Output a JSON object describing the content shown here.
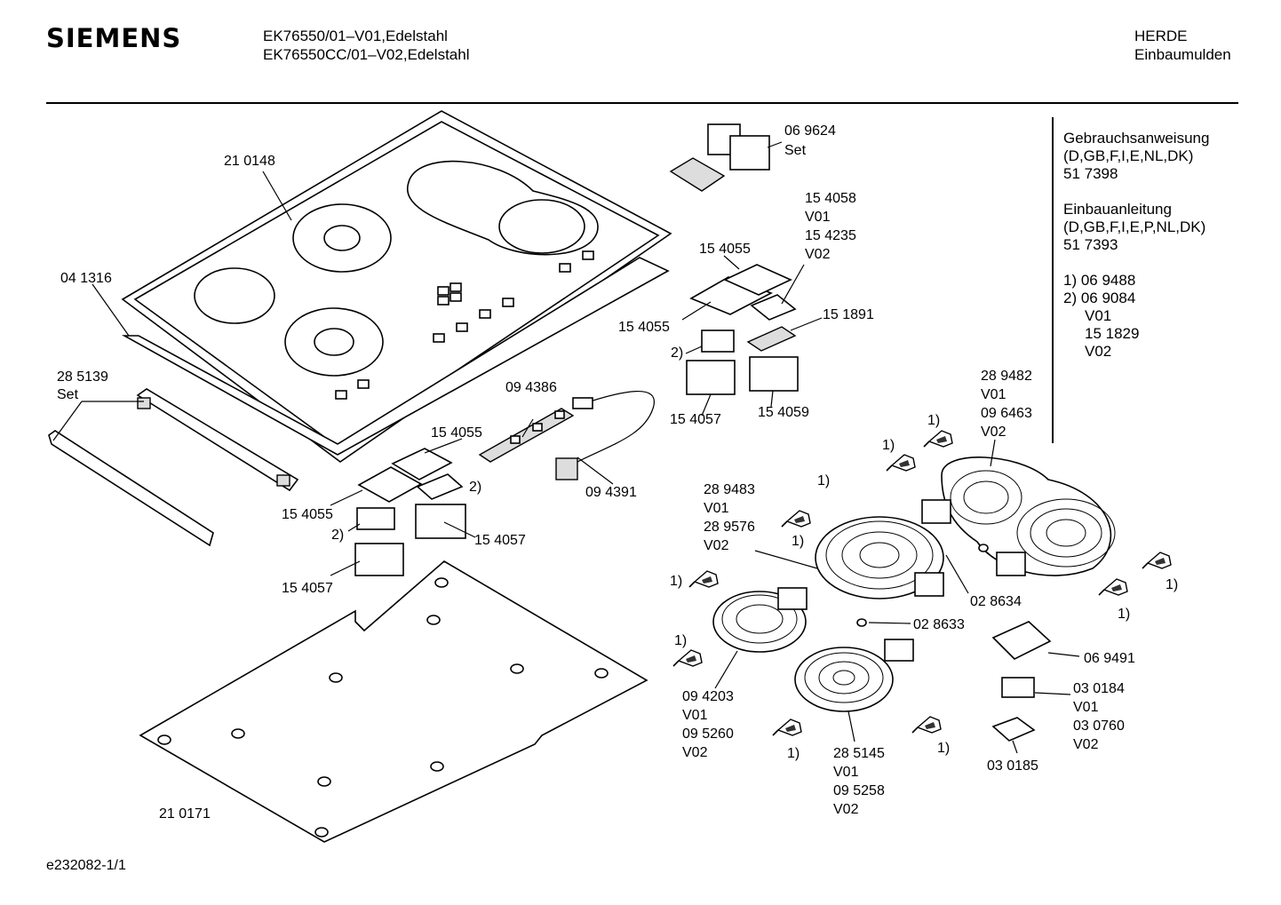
{
  "header": {
    "brand": "SIEMENS",
    "models": [
      "EK76550/01–V01,Edelstahl",
      "EK76550CC/01–V02,Edelstahl"
    ],
    "category": [
      "HERDE",
      "Einbaumulden"
    ]
  },
  "documents": {
    "manual_title": "Gebrauchsanweisung",
    "manual_langs": "(D,GB,F,I,E,NL,DK)",
    "manual_no": "51 7398",
    "install_title": "Einbauanleitung",
    "install_langs": "(D,GB,F,I,E,P,NL,DK)",
    "install_no": "51 7393",
    "note1": "1)  06 9488",
    "note2": "2)  06 9084",
    "note2_v01": "V01",
    "note2_alt": "15 1829",
    "note2_v02": "V02"
  },
  "labels": {
    "glass_top": "21 0148",
    "frame": "04 1316",
    "bracket": "28 5139",
    "bracket_set": "Set",
    "ribbon": "09 4386",
    "cable": "09 4391",
    "base": "21 0171",
    "connector_set": "06 9624",
    "connector_set_word": "Set",
    "sensor_a": "15 4058",
    "sensor_a_v01": "V01",
    "sensor_a_alt": "15 4235",
    "sensor_a_v02": "V02",
    "sensor_pad_r": "15 4055",
    "sensor_pad_r2": "15 4055",
    "contact": "15 1891",
    "note_two_r": "2)",
    "housing_r1": "15 4057",
    "housing_r2": "15 4059",
    "sensor_pad_l1": "15 4055",
    "sensor_pad_l2": "15 4055",
    "note_two_l1": "2)",
    "note_two_l2": "2)",
    "housing_l1": "15 4057",
    "housing_l2": "15 4057",
    "heater_oval": "28 9482",
    "heater_oval_v01": "V01",
    "heater_oval_alt": "09 6463",
    "heater_oval_v02": "V02",
    "heater_big": "28 9483",
    "heater_big_v01": "V01",
    "heater_big_alt": "28 9576",
    "heater_big_v02": "V02",
    "heater_small": "09 4203",
    "heater_small_v01": "V01",
    "heater_small_alt": "09 5260",
    "heater_small_v02": "V02",
    "heater_dual": "28 5145",
    "heater_dual_v01": "V01",
    "heater_dual_alt": "09 5258",
    "heater_dual_v02": "V02",
    "link_a": "02 8634",
    "link_b": "02 8633",
    "terminal": "06 9491",
    "terminal_b": "03 0184",
    "terminal_b_v01": "V01",
    "terminal_b_alt": "03 0760",
    "terminal_b_v02": "V02",
    "cover": "03 0185",
    "note_one": "1)"
  },
  "footer": {
    "ref": "e232082-1/1"
  }
}
